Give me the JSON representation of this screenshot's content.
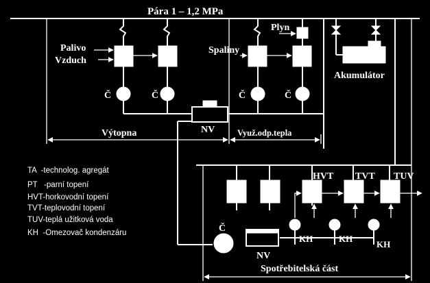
{
  "header": {
    "steam": "Pára 1 – 1,2 MPa"
  },
  "plant": {
    "fuel": "Palivo",
    "air": "Vzduch",
    "flue_gas": "Spaliny",
    "gas": "Plyn",
    "accumulator": "Akumulátor",
    "pump_label": "Č",
    "tank": "NV",
    "boiler_room": "Výtopna",
    "waste_heat": "Využ.odp.tepla"
  },
  "consumer": {
    "hvt": "HVT",
    "tvt": "TVT",
    "tuv": "TUV",
    "kh": "KH",
    "pump_label": "Č",
    "tank": "NV",
    "section": "Spotřebitelská část"
  },
  "legend": [
    "TA  -technolog. agregát",
    "PT   -parní topení",
    "HVT-horkovodní topení",
    "TVT-teplovodní topení",
    "TUV-teplá užitková voda",
    "KH  -Omezovač kondenzáru"
  ],
  "colors": {
    "background": "#000000",
    "foreground": "#ffffff"
  }
}
